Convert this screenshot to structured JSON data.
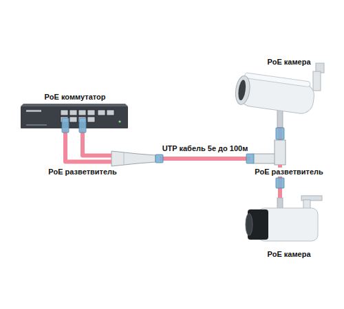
{
  "diagram": {
    "nodes": [
      {
        "text": [
          "PoE камера"
        ]
      },
      {
        "text": [
          "PoE коммутатор"
        ]
      },
      {
        "text": [
          "PoE разветвитель"
        ]
      },
      {
        "text": [
          "PoE разветвитель"
        ]
      },
      {
        "text": [
          "PoE камера"
        ]
      }
    ],
    "edges": [
      {
        "from": 1,
        "to": 2,
        "arrow": "none"
      },
      {
        "from": 1,
        "to": 2,
        "arrow": "none"
      },
      {
        "from": 2,
        "to": 3,
        "label": "UTP кабель 5е до 100м",
        "arrow": "none"
      },
      {
        "from": 3,
        "to": 0,
        "arrow": "none"
      },
      {
        "from": 3,
        "to": 4,
        "arrow": "none"
      }
    ]
  }
}
